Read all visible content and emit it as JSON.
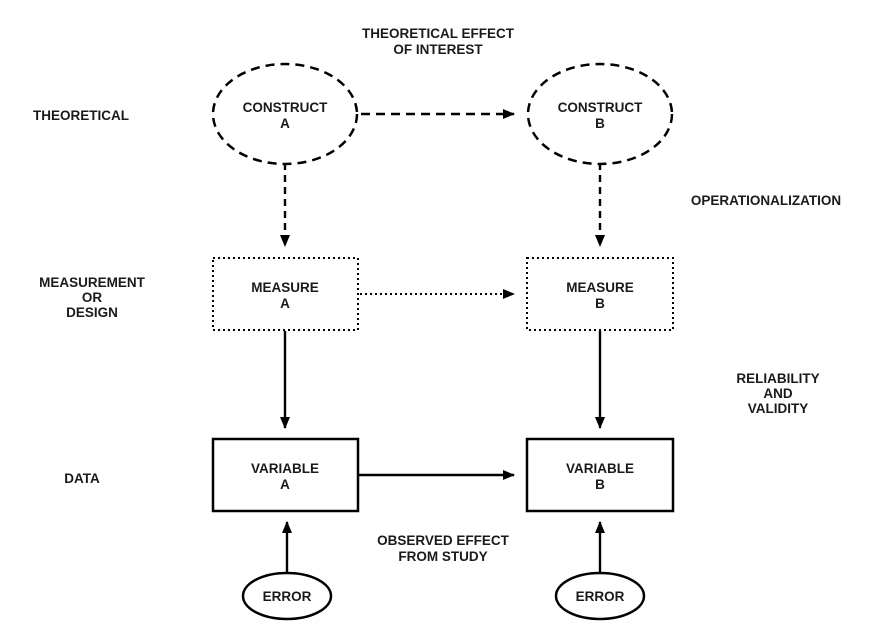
{
  "diagram": {
    "top_label": {
      "line1": "THEORETICAL EFFECT",
      "line2": "OF INTEREST"
    },
    "row_labels": {
      "theoretical": "THEORETICAL",
      "measurement_line1": "MEASUREMENT",
      "measurement_line2": "OR",
      "measurement_line3": "DESIGN",
      "data": "DATA"
    },
    "side_labels": {
      "operationalization": "OPERATIONALIZATION",
      "reliability_line1": "RELIABILITY",
      "reliability_line2": "AND",
      "reliability_line3": "VALIDITY"
    },
    "bottom_label": {
      "line1": "OBSERVED EFFECT",
      "line2": "FROM STUDY"
    },
    "nodes": {
      "construct_a": {
        "line1": "CONSTRUCT",
        "line2": "A"
      },
      "construct_b": {
        "line1": "CONSTRUCT",
        "line2": "B"
      },
      "measure_a": {
        "line1": "MEASURE",
        "line2": "A"
      },
      "measure_b": {
        "line1": "MEASURE",
        "line2": "B"
      },
      "variable_a": {
        "line1": "VARIABLE",
        "line2": "A"
      },
      "variable_b": {
        "line1": "VARIABLE",
        "line2": "B"
      },
      "error_a": {
        "label": "ERROR"
      },
      "error_b": {
        "label": "ERROR"
      }
    },
    "colors": {
      "stroke": "#000000",
      "text": "#1a1a1a",
      "background": "#ffffff"
    }
  }
}
